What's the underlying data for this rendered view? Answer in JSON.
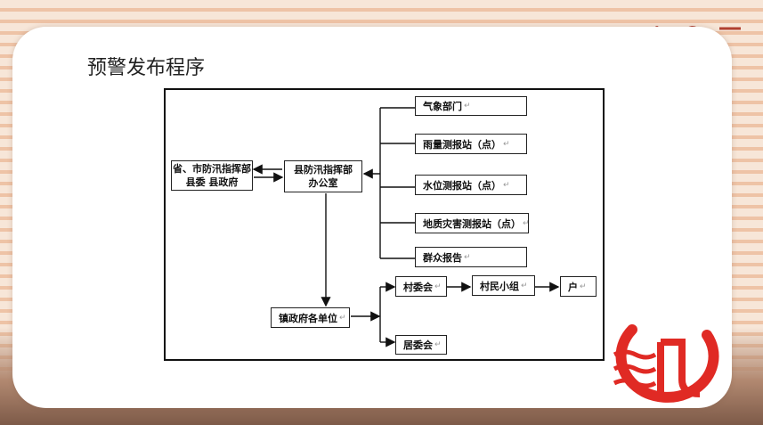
{
  "slide": {
    "title": "预警发布程序"
  },
  "flowchart": {
    "provincial": {
      "line1": "省、市防汛指挥部",
      "line2": "县委 县政府"
    },
    "county_office": {
      "line1": "县防汛指挥部",
      "line2": "办公室"
    },
    "sources": [
      {
        "label": "气象部门"
      },
      {
        "label": "雨量测报站（点）"
      },
      {
        "label": "水位测报站（点）"
      },
      {
        "label": "地质灾害测报站（点）"
      },
      {
        "label": "群众报告"
      }
    ],
    "town": {
      "label": "镇政府各单位"
    },
    "village_committee": {
      "label": "村委会"
    },
    "village_group": {
      "label": "村民小组"
    },
    "household": {
      "label": "户"
    },
    "residents_committee": {
      "label": "居委会"
    },
    "paragraph_mark": "↵"
  },
  "colors": {
    "logo_red": "#e02a24",
    "stripe_light": "#f7e6d8",
    "stripe_dark": "#eec3a6"
  }
}
